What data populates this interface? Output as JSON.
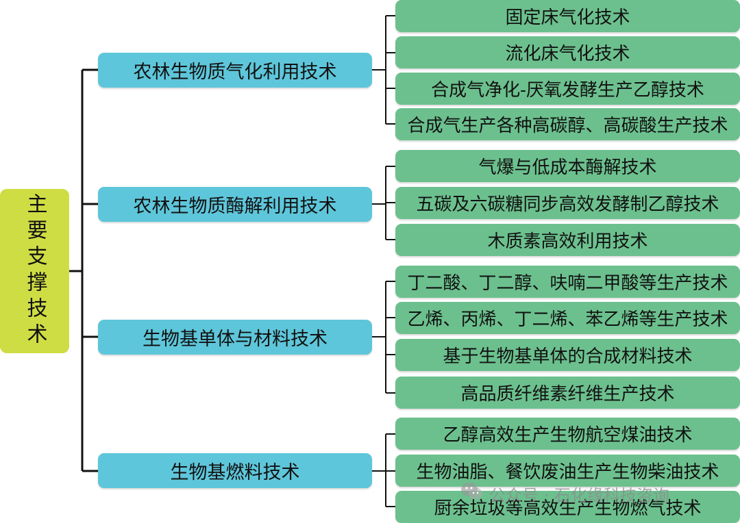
{
  "root": {
    "label": "主要支撑技术"
  },
  "categories": [
    {
      "label": "农林生物质气化利用技术",
      "items": [
        "固定床气化技术",
        "流化床气化技术",
        "合成气净化-厌氧发酵生产乙醇技术",
        "合成气生产各种高碳醇、高碳酸生产技术"
      ]
    },
    {
      "label": "农林生物质酶解利用技术",
      "items": [
        "气爆与低成本酶解技术",
        "五碳及六碳糖同步高效发酵制乙醇技术",
        "木质素高效利用技术"
      ]
    },
    {
      "label": "生物基单体与材料技术",
      "items": [
        "丁二酸、丁二醇、呋喃二甲酸等生产技术",
        "乙烯、丙烯、丁二烯、苯乙烯等生产技术",
        "基于生物基单体的合成材料技术",
        "高品质纤维素纤维生产技术"
      ]
    },
    {
      "label": "生物基燃料技术",
      "items": [
        "乙醇高效生产生物航空煤油技术",
        "生物油脂、餐饮废油生产生物柴油技术",
        "厨余垃圾等高效生产生物燃气技术"
      ]
    }
  ],
  "watermark": {
    "text": "公众号 · 石化缘科技咨询",
    "icon": "wechat-icon"
  },
  "colors": {
    "root": "#cfdd44",
    "category": "#5ec6da",
    "leaf": "#6cc08e",
    "connector": "#111111"
  }
}
